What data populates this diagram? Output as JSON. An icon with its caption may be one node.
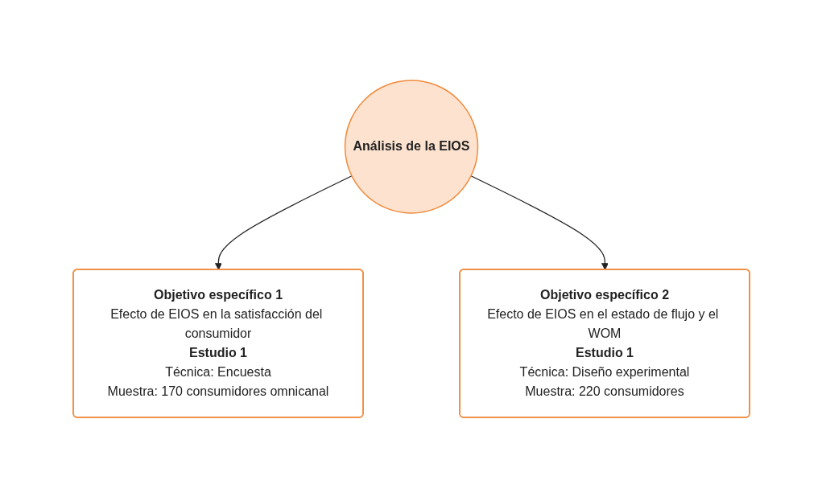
{
  "diagram": {
    "nodes": [
      {
        "text": [
          "Análisis de la EIOS"
        ]
      },
      {
        "text": [
          "Objetivo específico 1",
          "Efecto de EIOS en la satisfacción del consumidor",
          "Estudio 1",
          "Técnica: Encuesta",
          "Muestra: 170 consumidores omnicanal"
        ]
      },
      {
        "text": [
          "Objetivo específico 2",
          "Efecto de EIOS en el estado de flujo y el WOM",
          "Estudio 1",
          "Técnica: Diseño experimental",
          "Muestra: 220 consumidores"
        ]
      }
    ],
    "edges": [
      {
        "from": 0,
        "to": 1,
        "arrow": "to"
      },
      {
        "from": 0,
        "to": 2,
        "arrow": "to"
      }
    ]
  }
}
